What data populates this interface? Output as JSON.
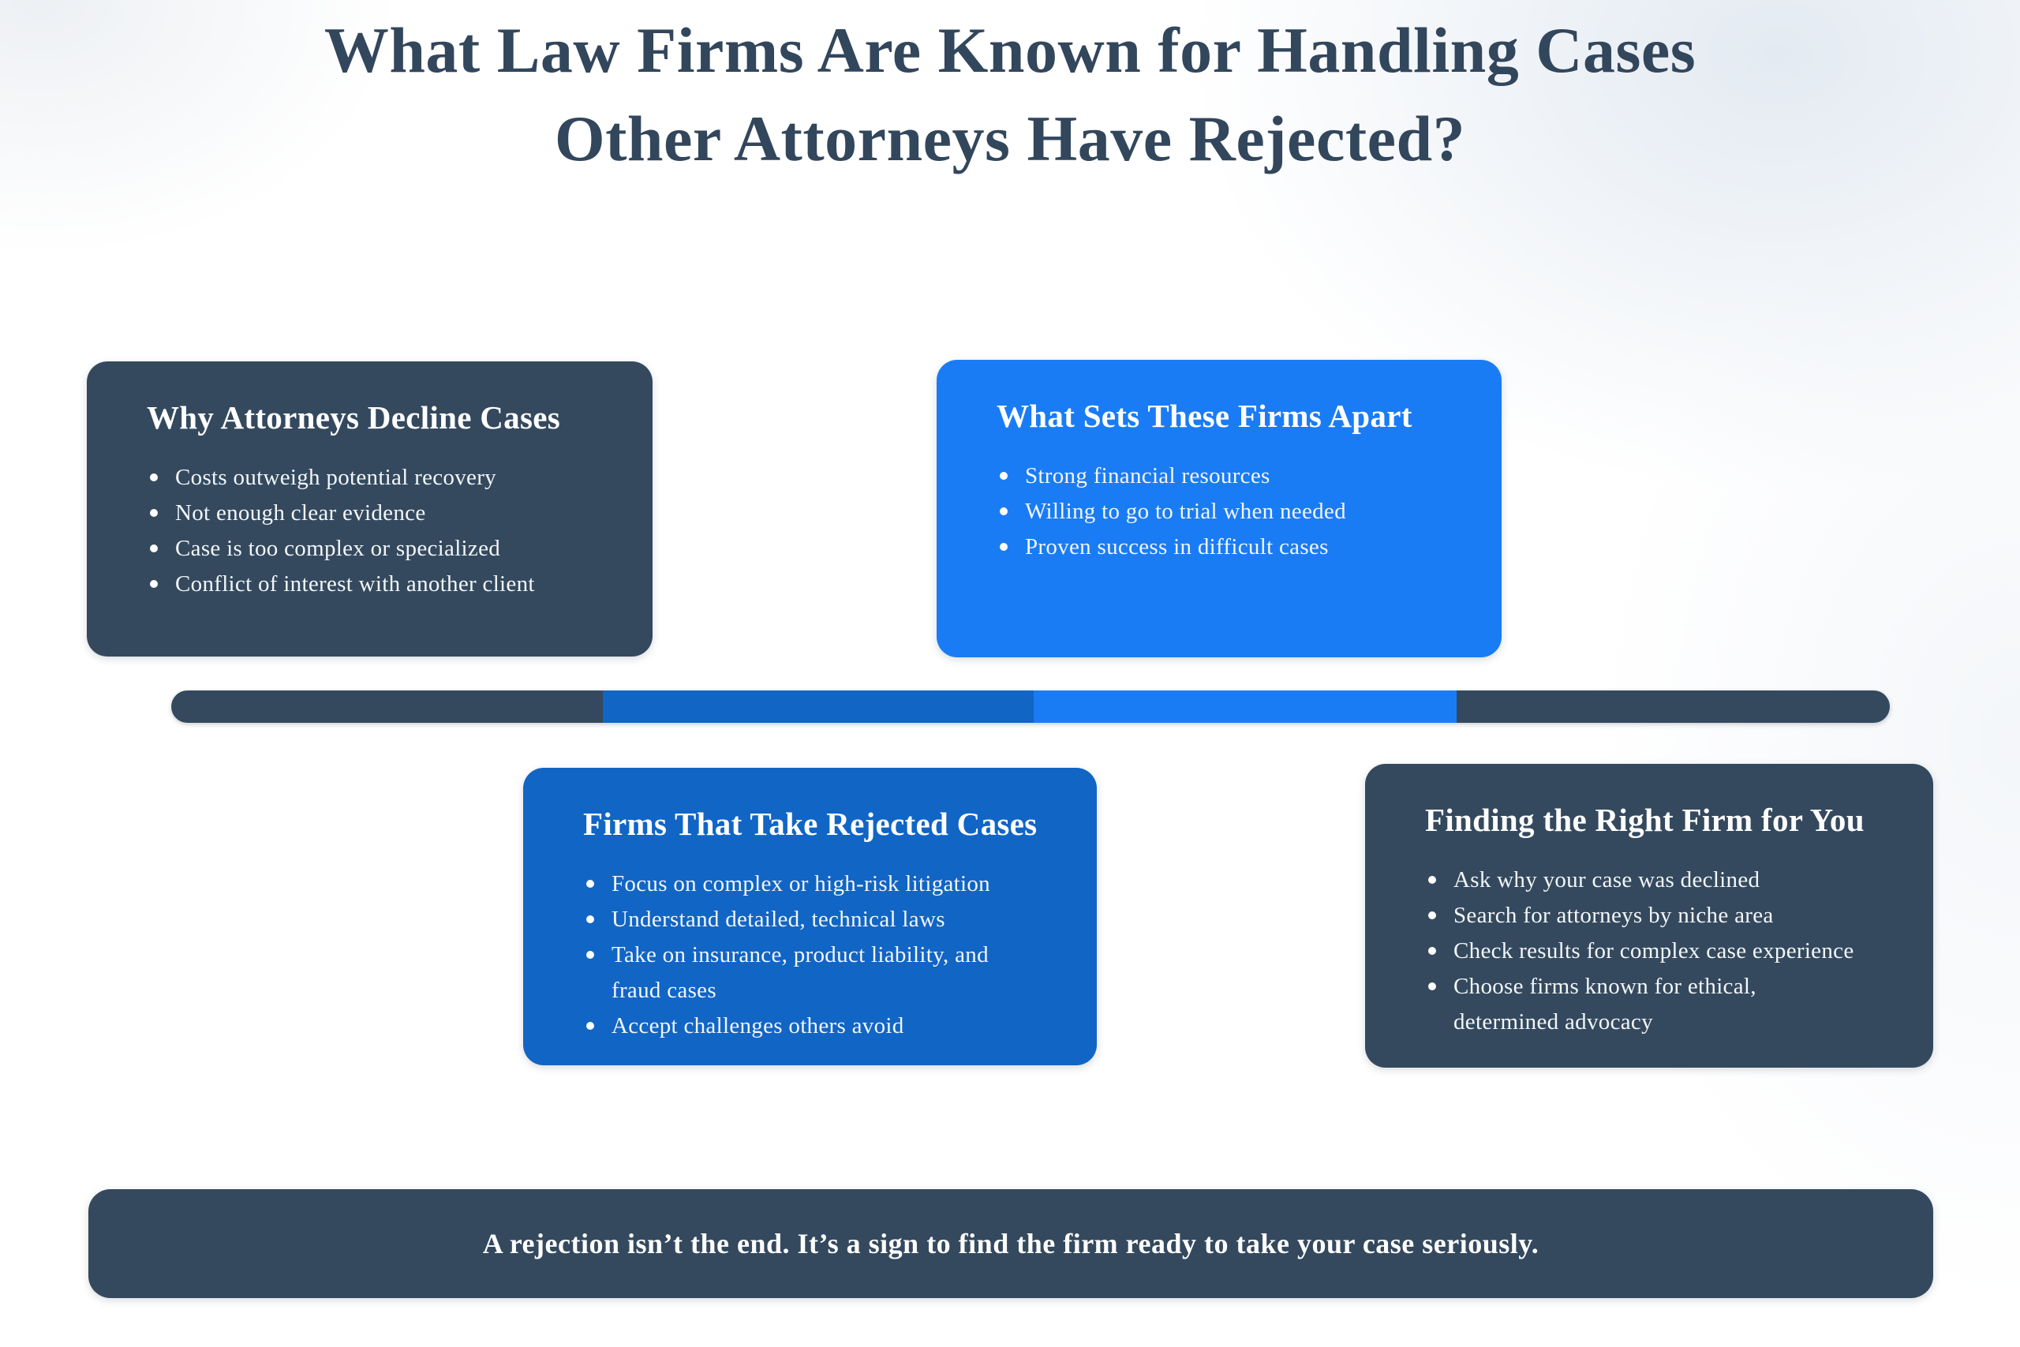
{
  "title": {
    "line1": "What Law Firms Are Known for Handling Cases",
    "line2": "Other Attorneys Have Rejected?",
    "color": "#32465C"
  },
  "cards": [
    {
      "heading": "Why Attorneys Decline Cases",
      "color": "#34495E",
      "items": [
        "Costs outweigh potential recovery",
        "Not enough clear evidence",
        "Case is too complex or specialized",
        "Conflict of interest with another client"
      ]
    },
    {
      "heading": "What Sets These Firms Apart",
      "color": "#1A7CF5",
      "items": [
        "Strong financial resources",
        "Willing to go to trial when needed",
        "Proven success in difficult cases"
      ]
    },
    {
      "heading": "Firms That Take Rejected Cases",
      "color": "#1165C5",
      "items": [
        "Focus on complex or high-risk litigation",
        "Understand detailed, technical laws",
        "Take on insurance, product liability, and\nfraud cases",
        "Accept challenges others avoid"
      ]
    },
    {
      "heading": "Finding the Right Firm for You",
      "color": "#34495E",
      "items": [
        "Ask why your case was declined",
        "Search for attorneys by niche area",
        "Check results for complex case experience",
        "Choose firms known for ethical,\ndetermined advocacy"
      ]
    }
  ],
  "timeline": {
    "segments": [
      {
        "name": "segment-1",
        "color": "#34495E"
      },
      {
        "name": "segment-2",
        "color": "#1165C5"
      },
      {
        "name": "segment-3",
        "color": "#1A7CF5"
      },
      {
        "name": "segment-4",
        "color": "#34495E"
      }
    ]
  },
  "footer": {
    "text": "A rejection isn’t the end. It’s a sign to find the firm ready to take your case seriously.",
    "background": "#34495E"
  }
}
